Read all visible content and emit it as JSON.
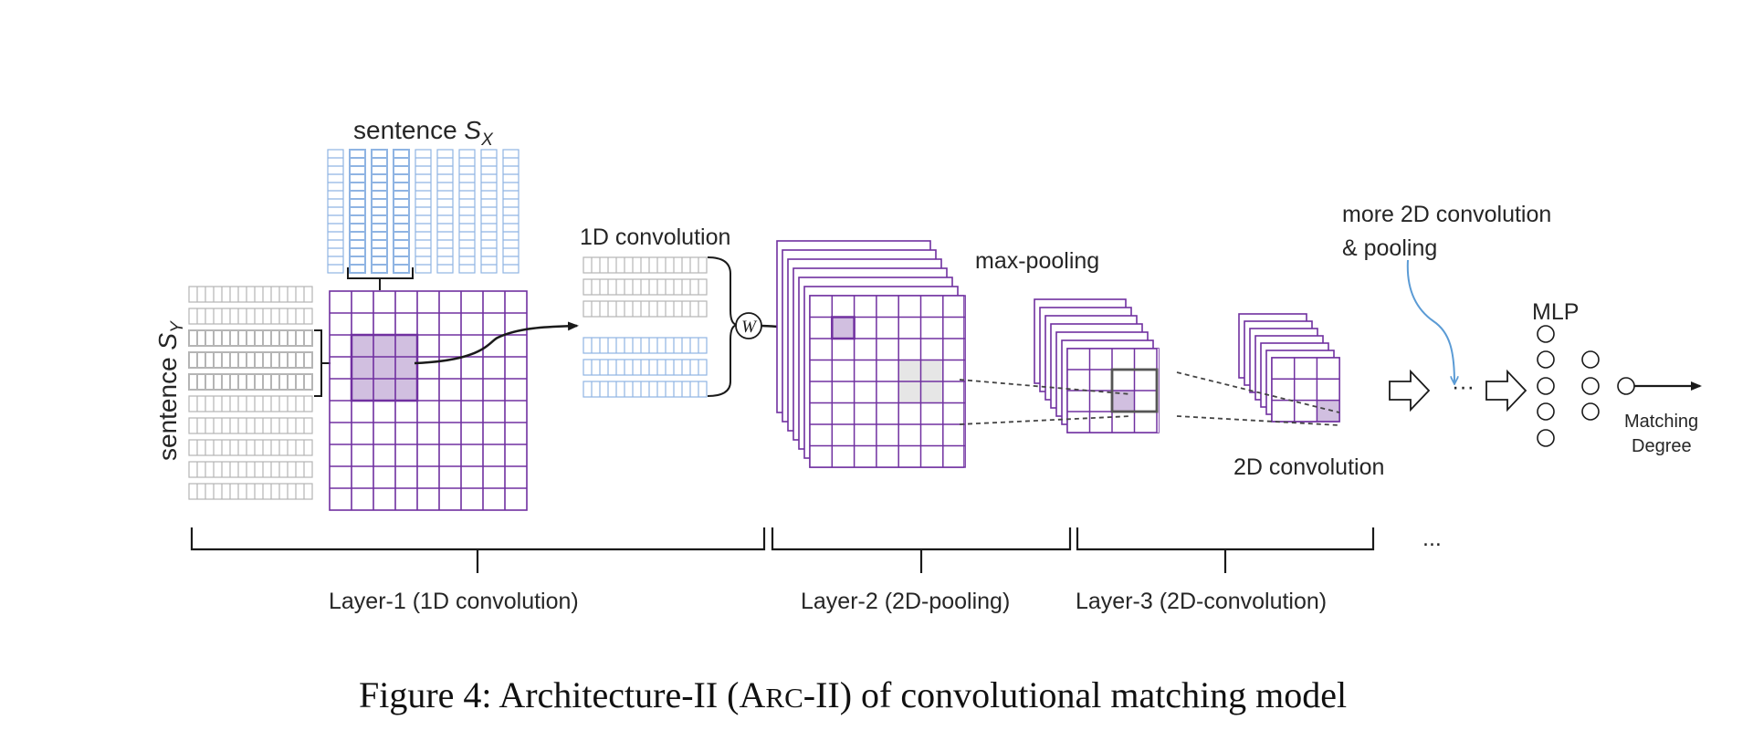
{
  "colors": {
    "purple": "#7030a0",
    "purple_fill": "#d1bfe0",
    "blue": "#8fb4e3",
    "gray": "#b5b5b5",
    "light_fill": "#e6e6e6",
    "arrow_blue": "#5b9bd5",
    "ink": "#1a1a1a"
  },
  "labels": {
    "sentence_x_word": "sentence",
    "sentence_x_sym": "S",
    "sentence_x_sub": "X",
    "sentence_y_word": "sentence",
    "sentence_y_sym": "S",
    "sentence_y_sub": "Y",
    "conv1d": "1D  convolution",
    "weight": "W",
    "max_pooling": "max-pooling",
    "more_line1": "more 2D  convolution",
    "more_line2": "&  pooling",
    "mlp": "MLP",
    "ellipsis_mid": "···",
    "matching_line1": "Matching",
    "matching_line2": "Degree",
    "conv2d": "2D  convolution",
    "ellipsis_right": "...",
    "layer1": "Layer-1  (1D convolution)",
    "layer2": "Layer-2   (2D-pooling)",
    "layer3": "Layer-3   (2D-convolution)"
  },
  "caption": {
    "prefix": "Figure 4: Architecture-II (",
    "sc_first": "A",
    "sc_rest": "RC",
    "suffix": "-II) of convolutional matching model"
  }
}
